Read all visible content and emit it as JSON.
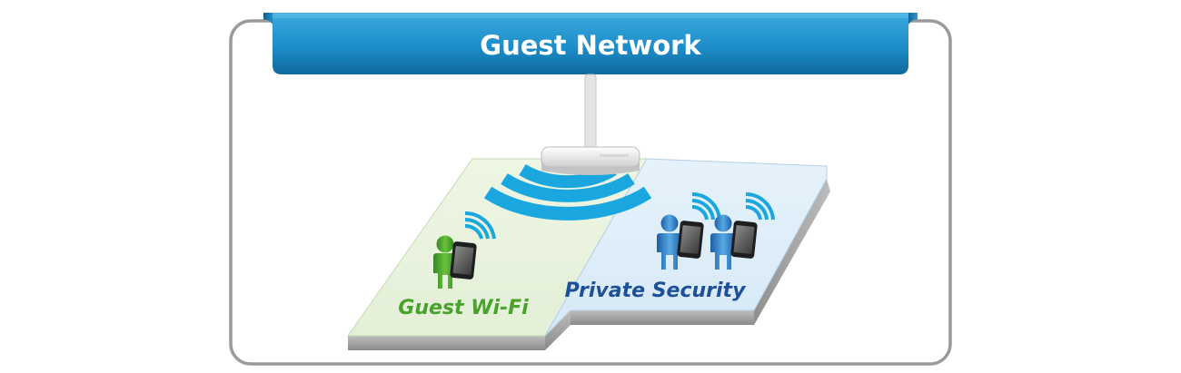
{
  "banner": {
    "title": "Guest Network"
  },
  "zones": {
    "guest": {
      "label": "Guest Wi-Fi"
    },
    "private": {
      "label": "Private Security"
    }
  },
  "colors": {
    "banner_blue": "#1d8ec9",
    "banner_dark": "#106a9e",
    "frame_gray": "#9a9a9a",
    "guest_zone": "#e8f2dc",
    "private_zone": "#dcecf7",
    "guest_green": "#48a22c",
    "private_blue": "#1e4f9a",
    "wifi_blue": "#1aa7df"
  },
  "icons": [
    "router-icon",
    "wifi-signal-icon",
    "guest-user-icon",
    "private-user-icon",
    "smartphone-icon"
  ]
}
